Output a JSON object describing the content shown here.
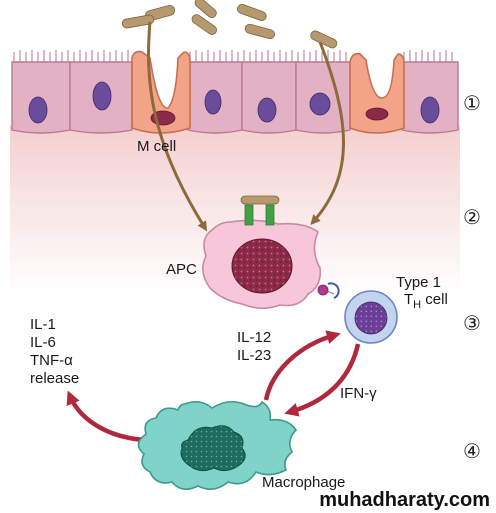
{
  "labels": {
    "m_cell": "M cell",
    "apc": "APC",
    "th_type": "Type 1",
    "th_cell_t": "T",
    "th_cell_sub": "H",
    "th_cell_rest": " cell",
    "il12": "IL-12",
    "il23": "IL-23",
    "ifn": "IFN-γ",
    "il1": "IL-1",
    "il6": "IL-6",
    "tnf": "TNF-α",
    "release": "release",
    "macrophage": "Macrophage"
  },
  "steps": [
    "①",
    "②",
    "③",
    "④"
  ],
  "watermark": "muhadharaty.com",
  "colors": {
    "epithelium": "#e3b1c4",
    "m_cell": "#f3a488",
    "nucleus": "#6a4c9c",
    "apc": "#f7c6d8",
    "apc_nucleus": "#8c2a47",
    "t_cell": "#c3d4ee",
    "t_nucleus": "#6b3f96",
    "macrophage": "#7fd3c9",
    "macrophage_nucleus": "#1f6b5e",
    "uptake_arrow": "#8c6a3c",
    "signal_arrow": "#b0283c",
    "receptor": "#43a047",
    "bacteria": "#b7996d"
  }
}
